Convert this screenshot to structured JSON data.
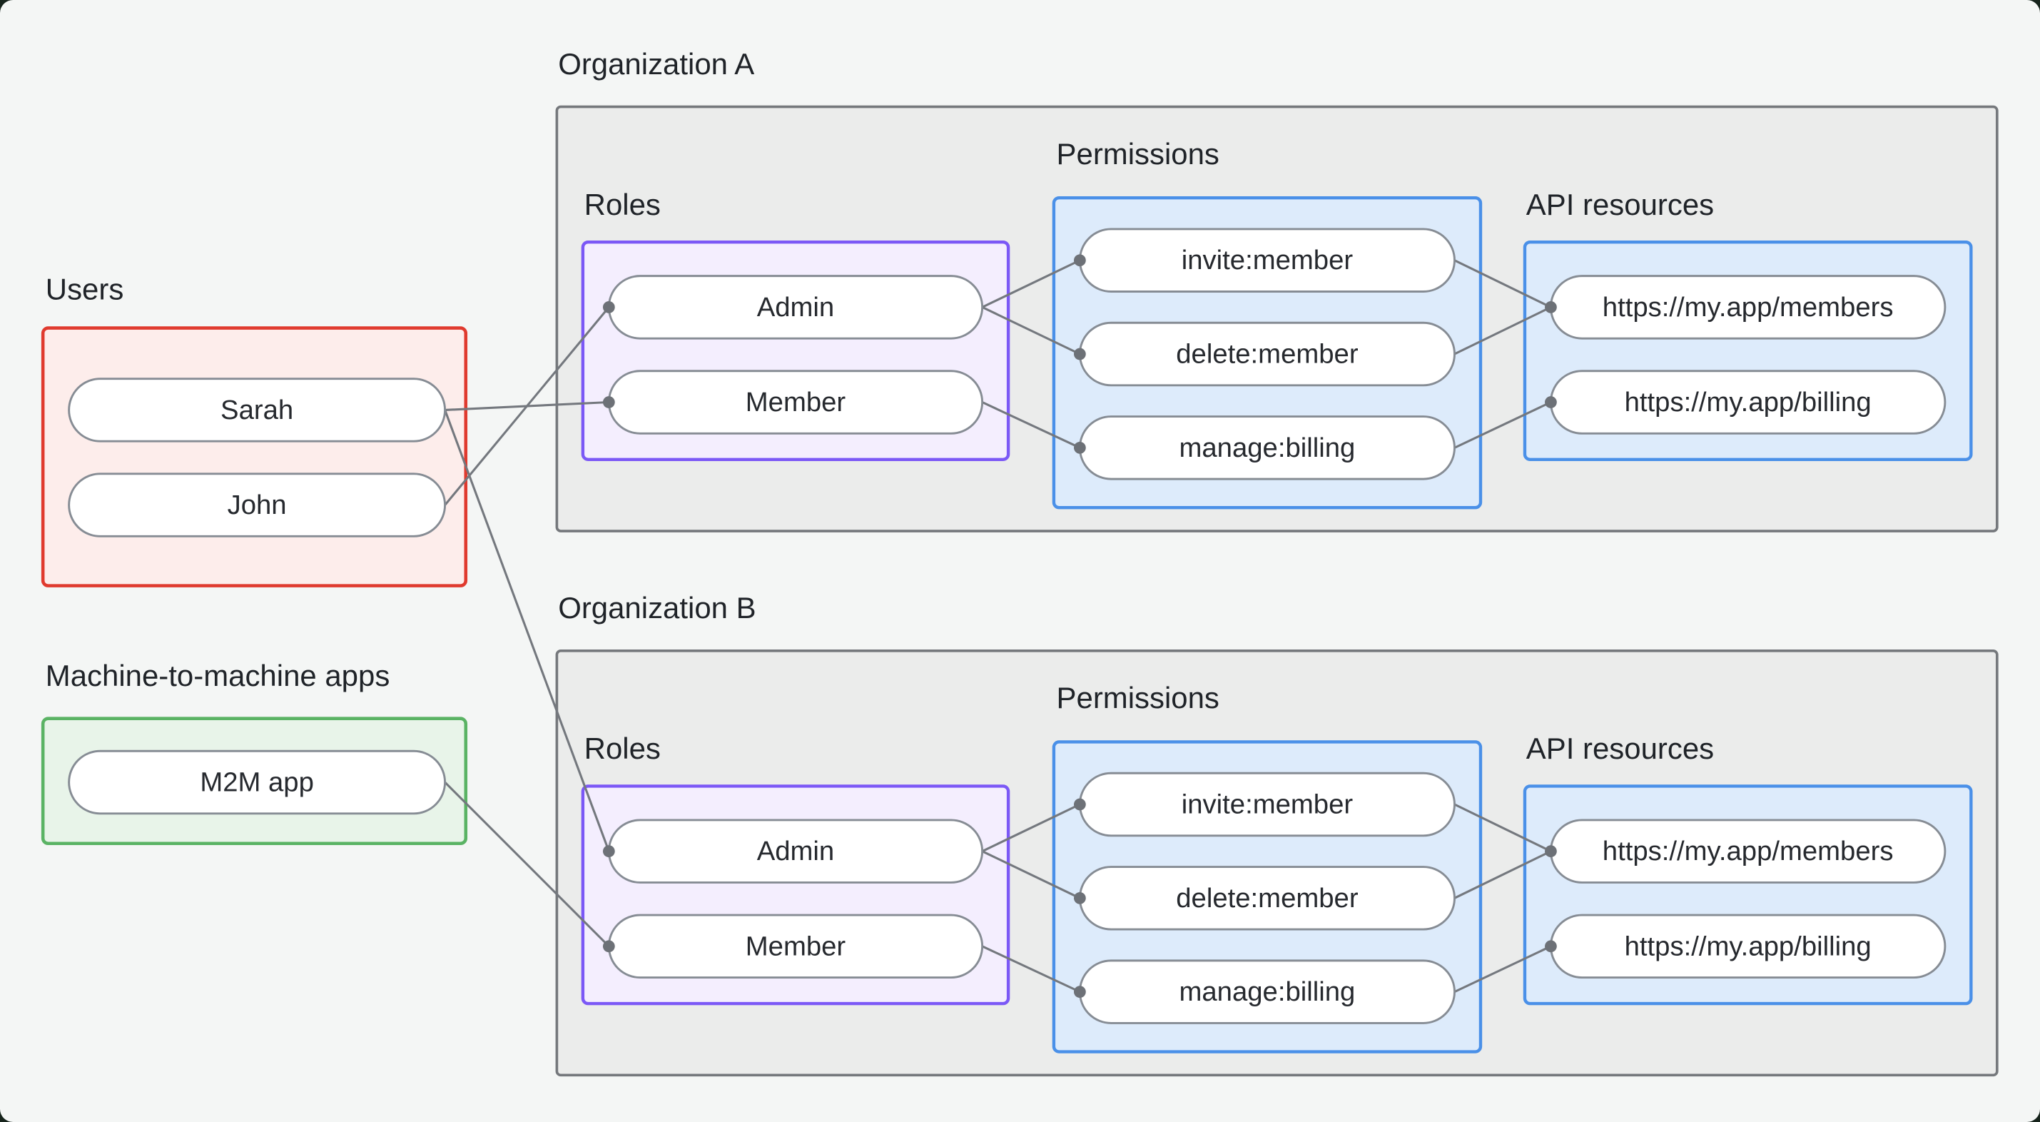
{
  "palette": {
    "page-bg": "#f4f6f5",
    "outer-bg": "#17241c",
    "org-box-fill": "#ebeceb",
    "org-box-stroke": "#75787c",
    "users-box-fill": "#fdedeb",
    "users-box-stroke": "#e03a2e",
    "m2m-box-fill": "#e8f4e9",
    "m2m-box-stroke": "#5ab364",
    "roles-box-fill": "#f4eefe",
    "roles-box-stroke": "#7b58f6",
    "blue-box-fill": "#ddebfb",
    "blue-box-stroke": "#4a90e8",
    "pill-fill": "#ffffff",
    "pill-stroke": "#868c94",
    "edge-color": "#74787e",
    "dot-color": "#6d7177",
    "label-color": "#1f2328",
    "pill-text-color": "#26292e"
  },
  "groups": {
    "users": {
      "label": "Users",
      "items": [
        {
          "label": "Sarah"
        },
        {
          "label": "John"
        }
      ]
    },
    "m2m": {
      "label": "Machine-to-machine apps",
      "items": [
        {
          "label": "M2M app"
        }
      ]
    }
  },
  "organizations": [
    {
      "title": "Organization A",
      "roles_label": "Roles",
      "permissions_label": "Permissions",
      "api_resources_label": "API resources",
      "roles": [
        {
          "label": "Admin"
        },
        {
          "label": "Member"
        }
      ],
      "permissions": [
        {
          "label": "invite:member"
        },
        {
          "label": "delete:member"
        },
        {
          "label": "manage:billing"
        }
      ],
      "api_resources": [
        {
          "label": "https://my.app/members"
        },
        {
          "label": "https://my.app/billing"
        }
      ]
    },
    {
      "title": "Organization B",
      "roles_label": "Roles",
      "permissions_label": "Permissions",
      "api_resources_label": "API resources",
      "roles": [
        {
          "label": "Admin"
        },
        {
          "label": "Member"
        }
      ],
      "permissions": [
        {
          "label": "invite:member"
        },
        {
          "label": "delete:member"
        },
        {
          "label": "manage:billing"
        }
      ],
      "api_resources": [
        {
          "label": "https://my.app/members"
        },
        {
          "label": "https://my.app/billing"
        }
      ]
    }
  ],
  "edges": [
    {
      "from": "Users / John",
      "to": "Organization A / Roles / Admin"
    },
    {
      "from": "Users / Sarah",
      "to": "Organization A / Roles / Member"
    },
    {
      "from": "Users / Sarah",
      "to": "Organization B / Roles / Admin"
    },
    {
      "from": "Machine-to-machine apps / M2M app",
      "to": "Organization B / Roles / Member"
    },
    {
      "from": "Organization A / Roles / Admin",
      "to": "Organization A / Permissions / invite:member"
    },
    {
      "from": "Organization A / Roles / Admin",
      "to": "Organization A / Permissions / delete:member"
    },
    {
      "from": "Organization A / Roles / Member",
      "to": "Organization A / Permissions / manage:billing"
    },
    {
      "from": "Organization A / Permissions / invite:member",
      "to": "Organization A / API resources / https://my.app/members"
    },
    {
      "from": "Organization A / Permissions / delete:member",
      "to": "Organization A / API resources / https://my.app/members"
    },
    {
      "from": "Organization A / Permissions / manage:billing",
      "to": "Organization A / API resources / https://my.app/billing"
    },
    {
      "from": "Organization B / Roles / Admin",
      "to": "Organization B / Permissions / invite:member"
    },
    {
      "from": "Organization B / Roles / Admin",
      "to": "Organization B / Permissions / delete:member"
    },
    {
      "from": "Organization B / Roles / Member",
      "to": "Organization B / Permissions / manage:billing"
    },
    {
      "from": "Organization B / Permissions / invite:member",
      "to": "Organization B / API resources / https://my.app/members"
    },
    {
      "from": "Organization B / Permissions / delete:member",
      "to": "Organization B / API resources / https://my.app/members"
    },
    {
      "from": "Organization B / Permissions / manage:billing",
      "to": "Organization B / API resources / https://my.app/billing"
    }
  ]
}
